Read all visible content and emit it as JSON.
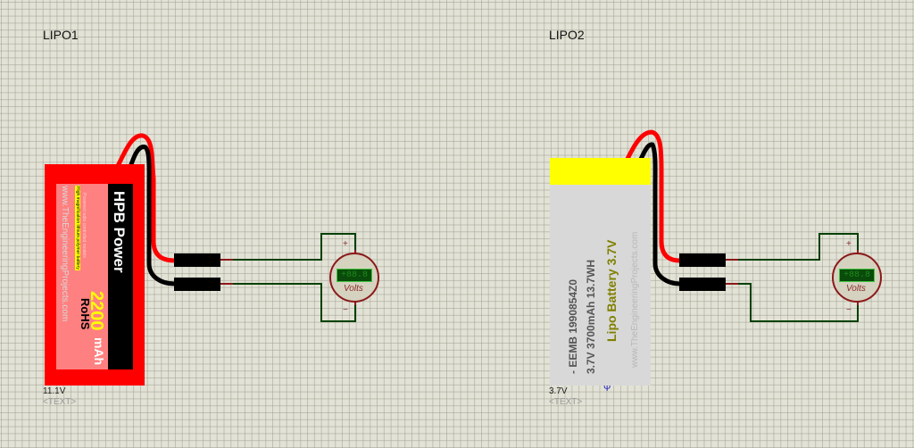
{
  "schematic": {
    "components": [
      {
        "ref": "LIPO1",
        "value": "11.1V",
        "text_placeholder": "<TEXT>",
        "brand": "HPB  Power",
        "capacity_number": "2200",
        "capacity_unit": "mAh",
        "rohs": "RoHS",
        "sticker": "High magnification lithium polymer battery",
        "small_text": "Powered radio controlled models",
        "website": "www.TheEngineeringProjects.com",
        "colors": {
          "body": "#ff0000",
          "label": "#ff8080",
          "stripe": "#000000",
          "capacity": "#ffff00"
        }
      },
      {
        "ref": "LIPO2",
        "value": "3.7V",
        "text_placeholder": "<TEXT>",
        "model": "- EEMB 1990854Z0",
        "spec": "3.7V   3700mAh 13.7WH",
        "title": "Lipo Battery 3.7V",
        "website": "www.TheEngineeringProjects.com",
        "colors": {
          "body": "#d8d8d8",
          "cap": "#ffff00",
          "title": "#808000"
        }
      }
    ],
    "voltmeters": [
      {
        "display": "+88.8",
        "unit": "Volts",
        "plus": "+",
        "minus": "−"
      },
      {
        "display": "+88.8",
        "unit": "Volts",
        "plus": "+",
        "minus": "−"
      }
    ],
    "wire_colors": {
      "positive": "#ff0000",
      "negative": "#000000",
      "net": "#004000",
      "pin": "#8b1a1a"
    }
  }
}
